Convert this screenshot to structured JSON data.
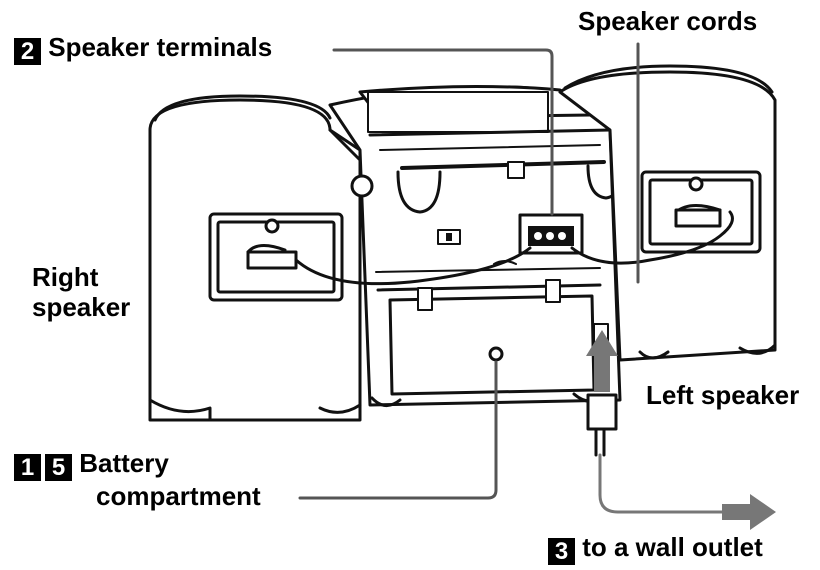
{
  "labels": {
    "speaker_terminals": {
      "step": "2",
      "text": "Speaker terminals"
    },
    "speaker_cords": {
      "text": "Speaker cords"
    },
    "right_speaker": {
      "line1": "Right",
      "line2": "speaker"
    },
    "left_speaker": {
      "text": "Left speaker"
    },
    "battery_compartment": {
      "step1": "1",
      "step2": "5",
      "line1": "Battery",
      "line2": "compartment"
    },
    "wall_outlet": {
      "step": "3",
      "text": "to a wall outlet"
    }
  },
  "colors": {
    "ink": "#000000",
    "arrow": "#777777",
    "leader": "#555555",
    "paper": "#ffffff"
  }
}
